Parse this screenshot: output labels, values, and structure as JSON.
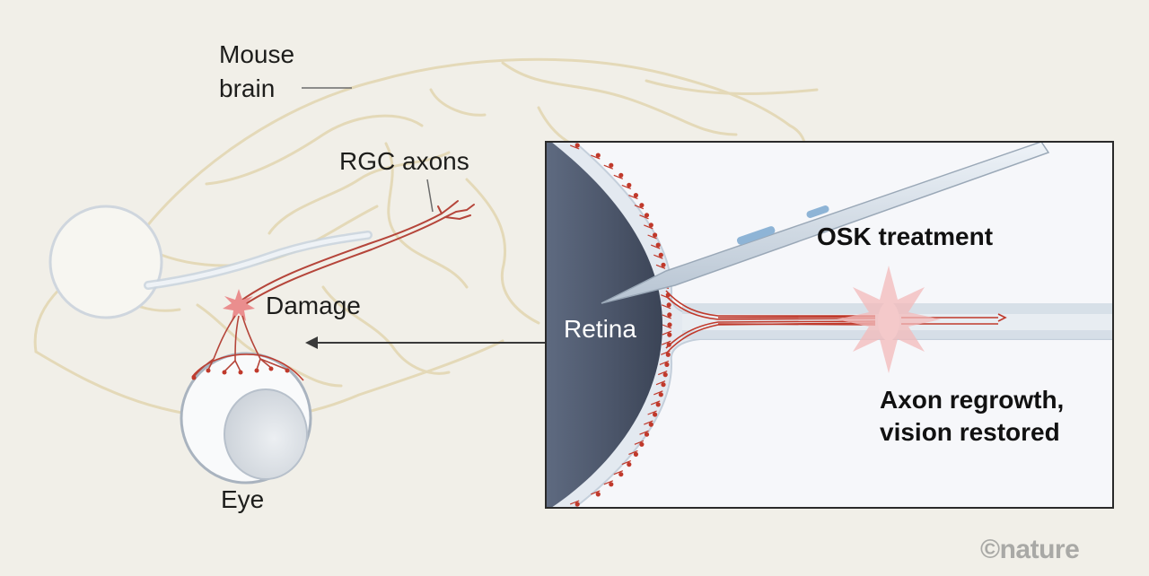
{
  "labels": {
    "mouse_brain": "Mouse\nbrain",
    "rgc_axons": "RGC axons",
    "damage": "Damage",
    "eye": "Eye",
    "retina": "Retina",
    "osk_treatment": "OSK treatment",
    "axon_regrowth": "Axon regrowth,\nvision restored"
  },
  "watermark": "©nature",
  "colors": {
    "background": "#f1efe8",
    "brain_outline": "#e6dcbd",
    "axon_red": "#c0392b",
    "damage_burst": "#ea8e8e",
    "retina_fill": "#4b5569",
    "nerve_fill": "#d4dde6",
    "inset_border": "#2a2a2a"
  }
}
